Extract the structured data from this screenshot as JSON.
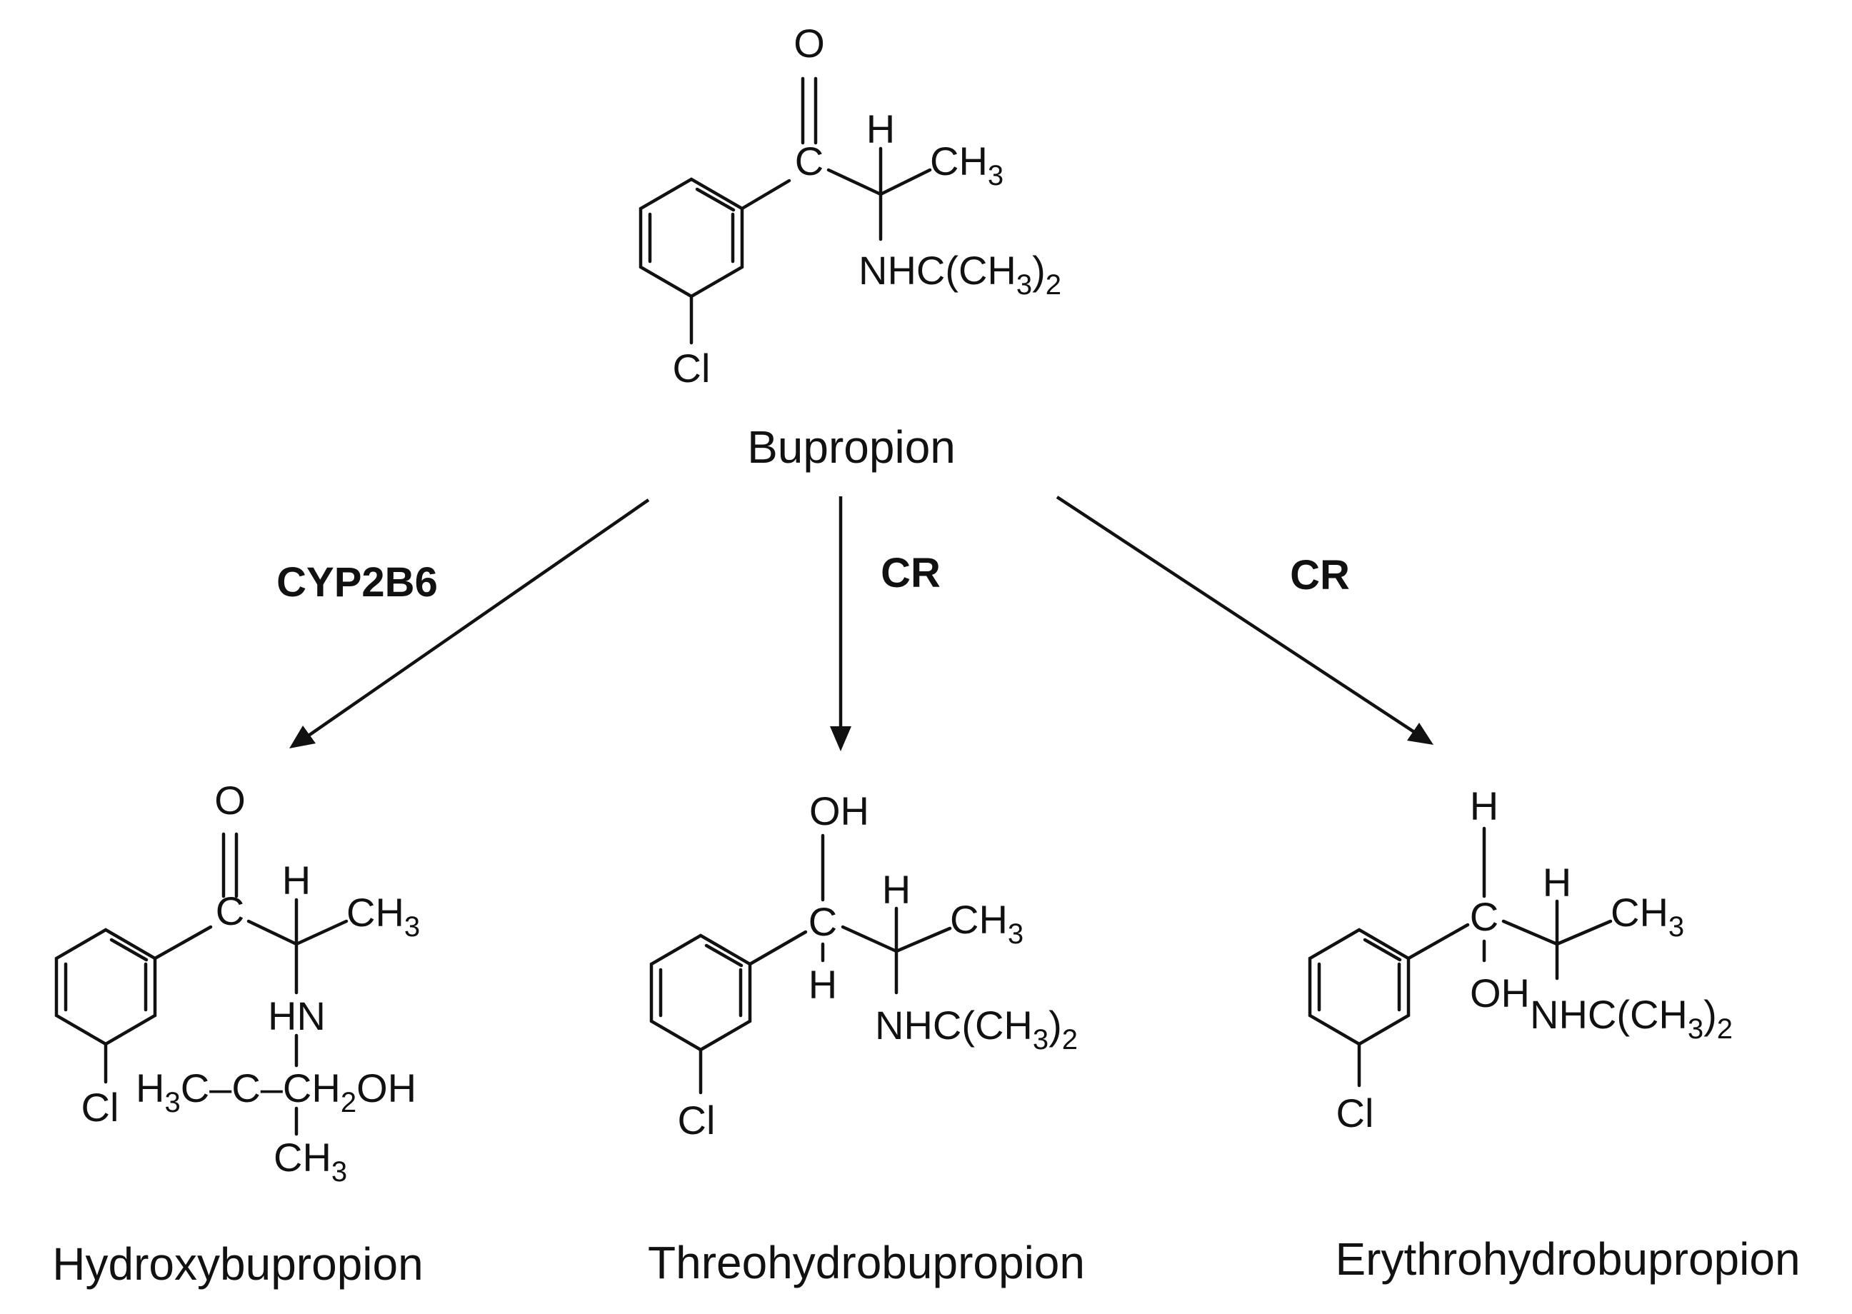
{
  "compounds": {
    "bupropion": {
      "name": "Bupropion",
      "atoms": {
        "o": "O",
        "c": "C",
        "h": "H",
        "ch3_main": "CH",
        "ch3_sub": "3",
        "amine_main": "NHC(CH",
        "amine_sub": "3",
        "amine_close": ")",
        "amine_sub2": "2",
        "cl": "Cl"
      }
    },
    "hydroxybupropion": {
      "name": "Hydroxybupropion",
      "atoms": {
        "o": "O",
        "c": "C",
        "h": "H",
        "ch3_main": "CH",
        "ch3_sub": "3",
        "hn": "HN",
        "h3c_h": "H",
        "h3c_sub": "3",
        "h3c_c": "C",
        "dash_left": "–",
        "c_quat": "C",
        "dash_right": "–",
        "ch2oh_main": "CH",
        "ch2oh_sub": "2",
        "ch2oh_tail": "OH",
        "ch3b_main": "CH",
        "ch3b_sub": "3",
        "cl": "Cl"
      }
    },
    "threohydrobupropion": {
      "name": "Threohydrobupropion",
      "atoms": {
        "oh": "OH",
        "c": "C",
        "h_lower": "H",
        "h": "H",
        "ch3_main": "CH",
        "ch3_sub": "3",
        "amine_main": "NHC(CH",
        "amine_sub": "3",
        "amine_close": ")",
        "amine_sub2": "2",
        "cl": "Cl"
      }
    },
    "erythrohydrobupropion": {
      "name": "Erythrohydrobupropion",
      "atoms": {
        "h_top": "H",
        "c": "C",
        "oh": "OH",
        "h": "H",
        "ch3_main": "CH",
        "ch3_sub": "3",
        "amine_main": "NHC(CH",
        "amine_sub": "3",
        "amine_close": ")",
        "amine_sub2": "2",
        "cl": "Cl"
      }
    }
  },
  "arrows": {
    "left": {
      "enzyme": "CYP2B6"
    },
    "middle": {
      "enzyme": "CR"
    },
    "right": {
      "enzyme": "CR"
    }
  }
}
